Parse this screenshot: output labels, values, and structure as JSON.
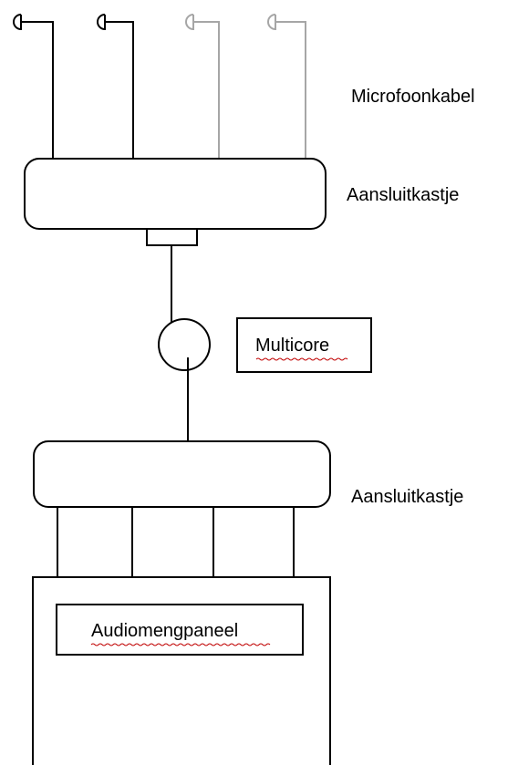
{
  "labels": {
    "microphone_cable": "Microfoonkabel",
    "junction_box_top": "Aansluitkastje",
    "multicore": "Multicore",
    "junction_box_bottom": "Aansluitkastje",
    "mixing_panel": "Audiomengpaneel"
  },
  "colors": {
    "line": "#000000",
    "inactive_line": "#a6a6a6",
    "spellcheck_underline": "#c00000"
  },
  "microphones": [
    {
      "name": "microphone-1",
      "state": "active"
    },
    {
      "name": "microphone-2",
      "state": "active"
    },
    {
      "name": "microphone-3",
      "state": "inactive"
    },
    {
      "name": "microphone-4",
      "state": "inactive"
    }
  ]
}
